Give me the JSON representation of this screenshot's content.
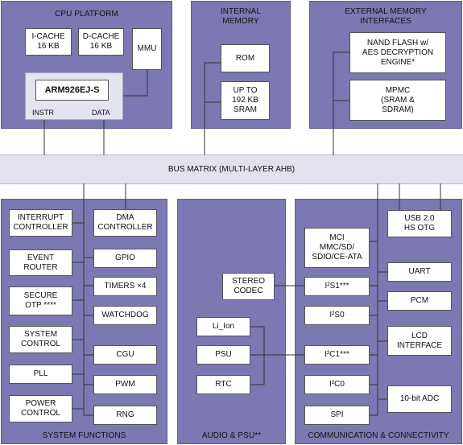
{
  "regions": {
    "cpu": "CPU PLATFORM",
    "internal_memory": "INTERNAL\nMEMORY",
    "external_memory": "EXTERNAL MEMORY\nINTERFACES",
    "system_functions": "SYSTEM FUNCTIONS",
    "audio_psu": "AUDIO & PSU**",
    "communication": "COMMUNICATION & CONNECTIVITY"
  },
  "bus": "BUS MATRIX (MULTI-LAYER AHB)",
  "cpu": {
    "icache": "I-CACHE\n16 KB",
    "dcache": "D-CACHE\n16 KB",
    "mmu": "MMU",
    "core": "ARM926EJ-S",
    "instr": "INSTR",
    "data": "DATA"
  },
  "memory": {
    "rom": "ROM",
    "sram": "UP TO\n192 KB\nSRAM"
  },
  "external": {
    "nand": "NAND FLASH w/\nAES DECRYPTION\nENGINE*",
    "mpmc": "MPMC\n(SRAM &\nSDRAM)"
  },
  "system": {
    "interrupt": "INTERRUPT\nCONTROLLER",
    "dma": "DMA\nCONTROLLER",
    "event_router": "EVENT\nROUTER",
    "gpio": "GPIO",
    "secure_otp": "SECURE\nOTP ****",
    "timers": "TIMERS ×4",
    "watchdog": "WATCHDOG",
    "system_control": "SYSTEM\nCONTROL",
    "cgu": "CGU",
    "pll": "PLL",
    "pwm": "PWM",
    "power_control": "POWER\nCONTROL",
    "rng": "RNG"
  },
  "audio": {
    "stereo_codec": "STEREO\nCODEC",
    "li_ion": "Li_Ion",
    "psu": "PSU",
    "rtc": "RTC"
  },
  "comm": {
    "usb": "USB 2.0\nHS OTG",
    "mci": "MCI\nMMC/SD/\nSDIO/CE-ATA",
    "uart": "UART",
    "i2s1": "I²S1***",
    "pcm": "PCM",
    "i2s0": "I²S0",
    "lcd": "LCD\nINTERFACE",
    "i2c1": "I²C1***",
    "i2c0": "I²C0",
    "adc": "10-bit ADC",
    "spi": "SPI"
  }
}
